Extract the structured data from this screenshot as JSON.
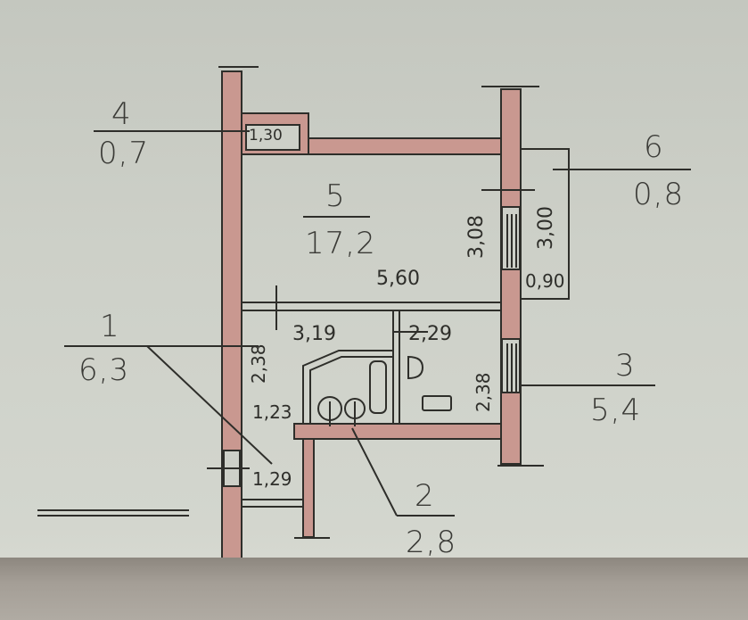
{
  "plan": {
    "title": "Floor plan (BTI technical passport)",
    "colors": {
      "paper": "#cdd0c8",
      "wall_fill": "#c99890",
      "ink": "#2e2e2a",
      "fold_shadow": "#9a948c"
    },
    "rooms": [
      {
        "id": "1",
        "number": "1",
        "area": "6,3"
      },
      {
        "id": "2",
        "number": "2",
        "area": "2,8"
      },
      {
        "id": "3",
        "number": "3",
        "area": "5,4"
      },
      {
        "id": "4",
        "number": "4",
        "area": "0,7"
      },
      {
        "id": "5",
        "number": "5",
        "area": "17,2"
      },
      {
        "id": "6",
        "number": "6",
        "area": "0,8"
      }
    ],
    "dimensions": {
      "d_130": "1,30",
      "d_560": "5,60",
      "d_308": "3,08",
      "d_300": "3,00",
      "d_090": "0,90",
      "d_319": "3,19",
      "d_229": "2,29",
      "d_238_left": "2,38",
      "d_238_right": "2,38",
      "d_123": "1,23",
      "d_129": "1,29"
    }
  }
}
